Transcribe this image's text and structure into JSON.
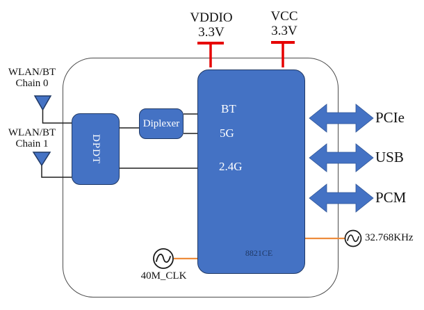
{
  "diagram": {
    "antennas": [
      {
        "line1": "WLAN/BT",
        "line2": "Chain 0"
      },
      {
        "line1": "WLAN/BT",
        "line2": "Chain 1"
      }
    ],
    "blocks": {
      "dpdt": "DPDT",
      "diplexer": "Diplexer"
    },
    "chip": {
      "bands": [
        "BT",
        "5G",
        "2.4G"
      ],
      "part_number": "8821CE"
    },
    "power": [
      {
        "name": "VDDIO",
        "voltage": "3.3V"
      },
      {
        "name": "VCC",
        "voltage": "3.3V"
      }
    ],
    "interfaces": [
      {
        "label": "PCIe"
      },
      {
        "label": "USB"
      },
      {
        "label": "PCM"
      }
    ],
    "clocks": [
      {
        "label": "40M_CLK"
      },
      {
        "label": "32.768KHz"
      }
    ],
    "colors": {
      "block_blue": "#4472C4",
      "block_border": "#1F3864",
      "power_red": "#E60000",
      "clock_orange": "#ED8C3C",
      "chip_band_text": "#FFFFFF",
      "part_number_text": "#1F3864"
    }
  }
}
